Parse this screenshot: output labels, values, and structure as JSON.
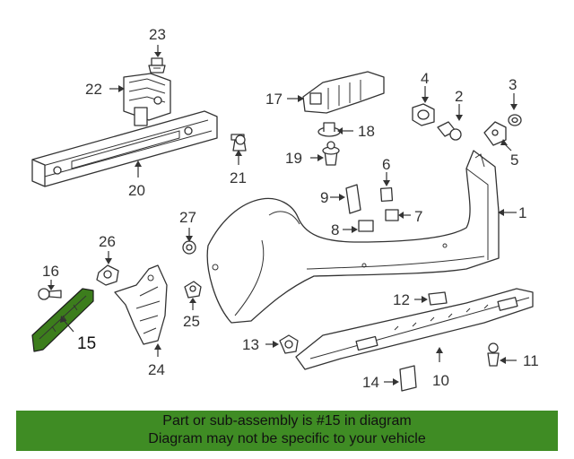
{
  "labels": {
    "p1": "1",
    "p2": "2",
    "p3": "3",
    "p4": "4",
    "p5": "5",
    "p6": "6",
    "p7": "7",
    "p8": "8",
    "p9": "9",
    "p10": "10",
    "p11": "11",
    "p12": "12",
    "p13": "13",
    "p14": "14",
    "p15": "15",
    "p16": "16",
    "p17": "17",
    "p18": "18",
    "p19": "19",
    "p20": "20",
    "p21": "21",
    "p22": "22",
    "p23": "23",
    "p24": "24",
    "p25": "25",
    "p26": "26",
    "p27": "27"
  },
  "highlight": {
    "part": "15",
    "color": "#3c7d1c"
  },
  "footer": {
    "line1": "Part or sub-assembly is #15 in diagram",
    "line2": "Diagram may not be specific to your vehicle",
    "background": "#3f8c24"
  }
}
